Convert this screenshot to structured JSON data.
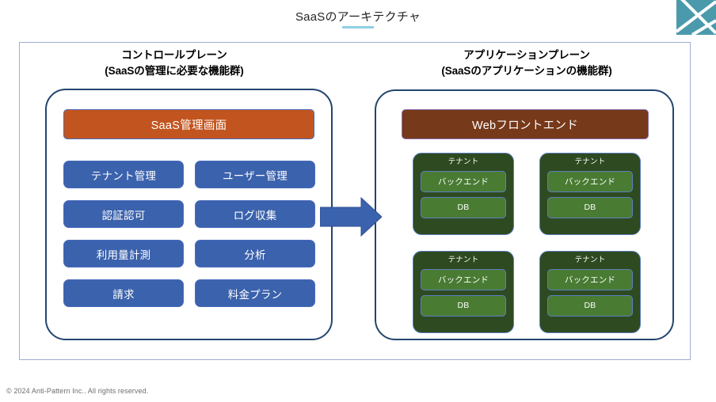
{
  "slide": {
    "title": "SaaSのアーキテクチャ",
    "accent_underline_color": "#8FCFE2",
    "footer": "© 2024 Anti-Pattern Inc.. All rights reserved."
  },
  "logo": {
    "name": "anti-pattern-logo",
    "color": "#4A9AAC"
  },
  "control_plane": {
    "heading_line1": "コントロールプレーン",
    "heading_line2": "(SaaSの管理に必要な機能群)",
    "header_bar": {
      "label": "SaaS管理画面",
      "color": "#C2551F"
    },
    "features": [
      {
        "label": "テナント管理"
      },
      {
        "label": "ユーザー管理"
      },
      {
        "label": "認証認可"
      },
      {
        "label": "ログ収集"
      },
      {
        "label": "利用量計測"
      },
      {
        "label": "分析"
      },
      {
        "label": "請求"
      },
      {
        "label": "料金プラン"
      }
    ],
    "feature_color": "#3B62AD"
  },
  "flow": {
    "arrow_label": "control-plane-to-application-plane",
    "arrow_color": "#3B62AD"
  },
  "application_plane": {
    "heading_line1": "アプリケーションプレーン",
    "heading_line2": "(SaaSのアプリケーションの機能群)",
    "header_bar": {
      "label": "Webフロントエンド",
      "color": "#76391A"
    },
    "tenant_card_color": "#2E4A20",
    "tenant_sub_color": "#497B33",
    "tenants": [
      {
        "label": "テナント",
        "backend": "バックエンド",
        "db": "DB"
      },
      {
        "label": "テナント",
        "backend": "バックエンド",
        "db": "DB"
      },
      {
        "label": "テナント",
        "backend": "バックエンド",
        "db": "DB"
      },
      {
        "label": "テナント",
        "backend": "バックエンド",
        "db": "DB"
      }
    ]
  }
}
